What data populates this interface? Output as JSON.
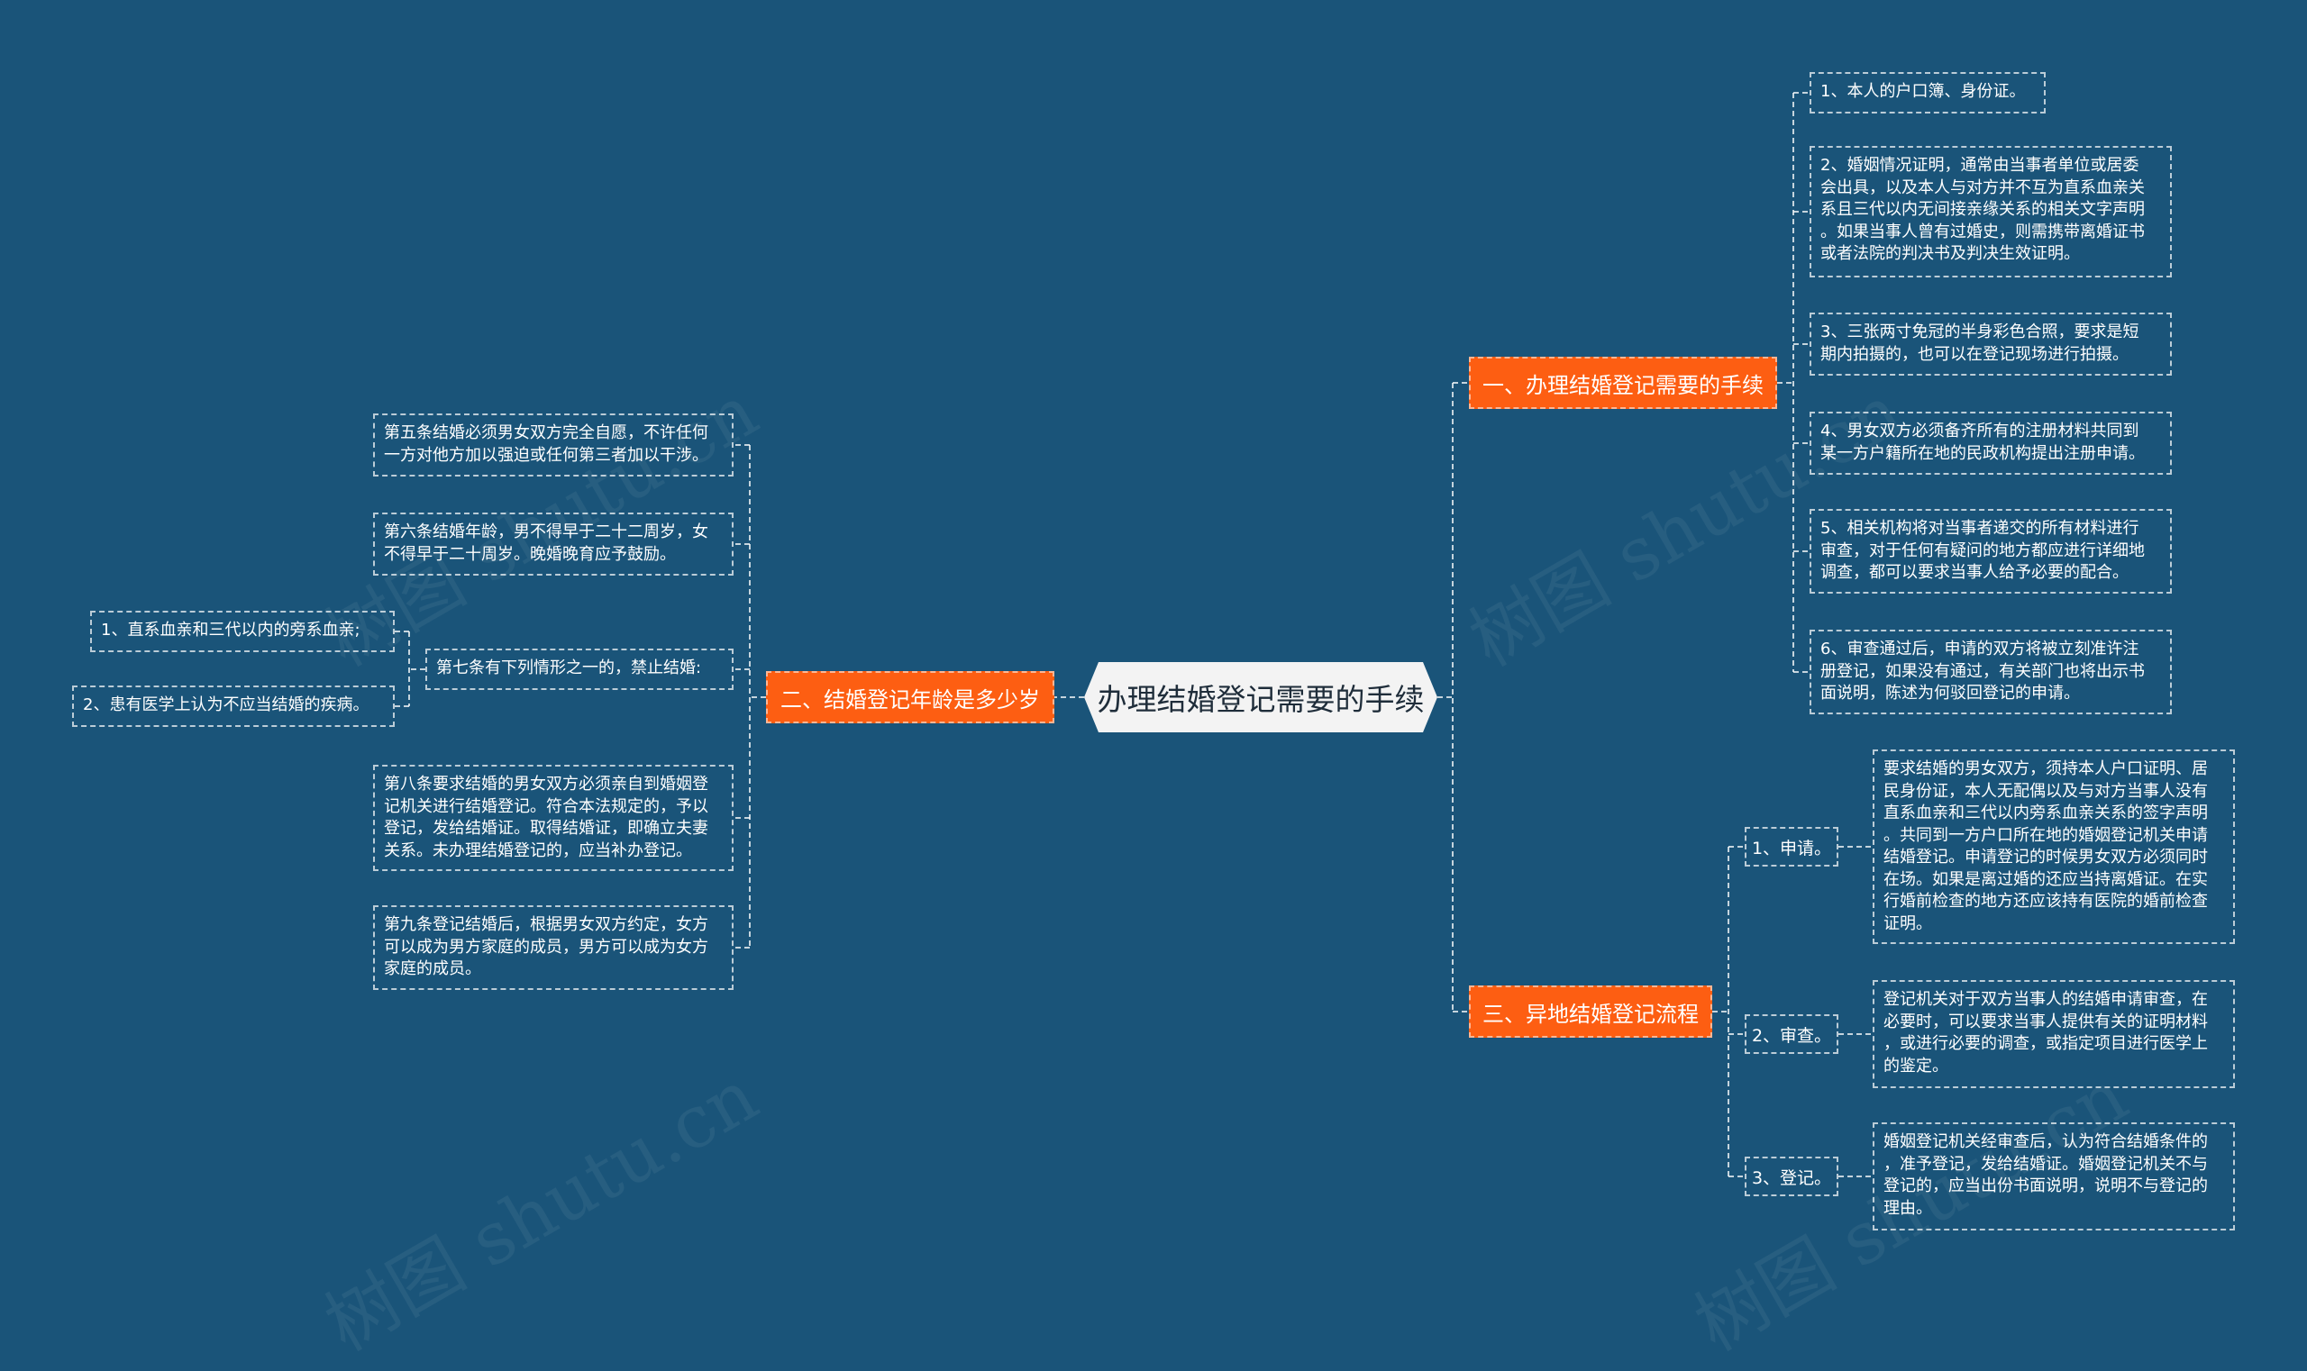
{
  "watermark": "树图 shutu.cn",
  "root": {
    "label": "办理结婚登记需要的手续"
  },
  "branches": {
    "b1": {
      "label": "一、办理结婚登记需要的手续",
      "items": [
        "1、本人的户口簿、身份证。",
        "2、婚姻情况证明，通常由当事者单位或居委\n会出具，以及本人与对方并不互为直系血亲关\n系且三代以内无间接亲缘关系的相关文字声明\n。如果当事人曾有过婚史，则需携带离婚证书\n或者法院的判决书及判决生效证明。",
        "3、三张两寸免冠的半身彩色合照，要求是短\n期内拍摄的，也可以在登记现场进行拍摄。",
        "4、男女双方必须备齐所有的注册材料共同到\n某一方户籍所在地的民政机构提出注册申请。",
        "5、相关机构将对当事者递交的所有材料进行\n审查，对于任何有疑问的地方都应进行详细地\n调查，都可以要求当事人给予必要的配合。",
        "6、审查通过后，申请的双方将被立刻准许注\n册登记，如果没有通过，有关部门也将出示书\n面说明，陈述为何驳回登记的申请。"
      ]
    },
    "b2": {
      "label": "二、结婚登记年龄是多少岁",
      "items": [
        "第五条结婚必须男女双方完全自愿，不许任何\n一方对他方加以强迫或任何第三者加以干涉。",
        "第六条结婚年龄，男不得早于二十二周岁，女\n不得早于二十周岁。晚婚晚育应予鼓励。",
        "第七条有下列情形之一的，禁止结婚:",
        "第八条要求结婚的男女双方必须亲自到婚姻登\n记机关进行结婚登记。符合本法规定的，予以\n登记，发给结婚证。取得结婚证，即确立夫妻\n关系。未办理结婚登记的，应当补办登记。",
        "第九条登记结婚后，根据男女双方约定，女方\n可以成为男方家庭的成员，男方可以成为女方\n家庭的成员。"
      ],
      "sub7": [
        "1、直系血亲和三代以内的旁系血亲;",
        "2、患有医学上认为不应当结婚的疾病。"
      ]
    },
    "b3": {
      "label": "三、异地结婚登记流程",
      "steps": [
        {
          "label": "1、申请。",
          "detail": "要求结婚的男女双方，须持本人户口证明、居\n民身份证，本人无配偶以及与对方当事人没有\n直系血亲和三代以内旁系血亲关系的签字声明\n。共同到一方户口所在地的婚姻登记机关申请\n结婚登记。申请登记的时候男女双方必须同时\n在场。如果是离过婚的还应当持离婚证。在实\n行婚前检查的地方还应该持有医院的婚前检查\n证明。"
        },
        {
          "label": "2、审查。",
          "detail": "登记机关对于双方当事人的结婚申请审查，在\n必要时，可以要求当事人提供有关的证明材料\n，或进行必要的调查，或指定项目进行医学上\n的鉴定。"
        },
        {
          "label": "3、登记。",
          "detail": "婚姻登记机关经审查后，认为符合结婚条件的\n，准予登记，发给结婚证。婚姻登记机关不与\n登记的，应当出份书面说明，说明不与登记的\n理由。"
        }
      ]
    }
  },
  "colors": {
    "background": "#1a5479",
    "branch": "#fd5e12",
    "root": "#f3f3f3"
  }
}
